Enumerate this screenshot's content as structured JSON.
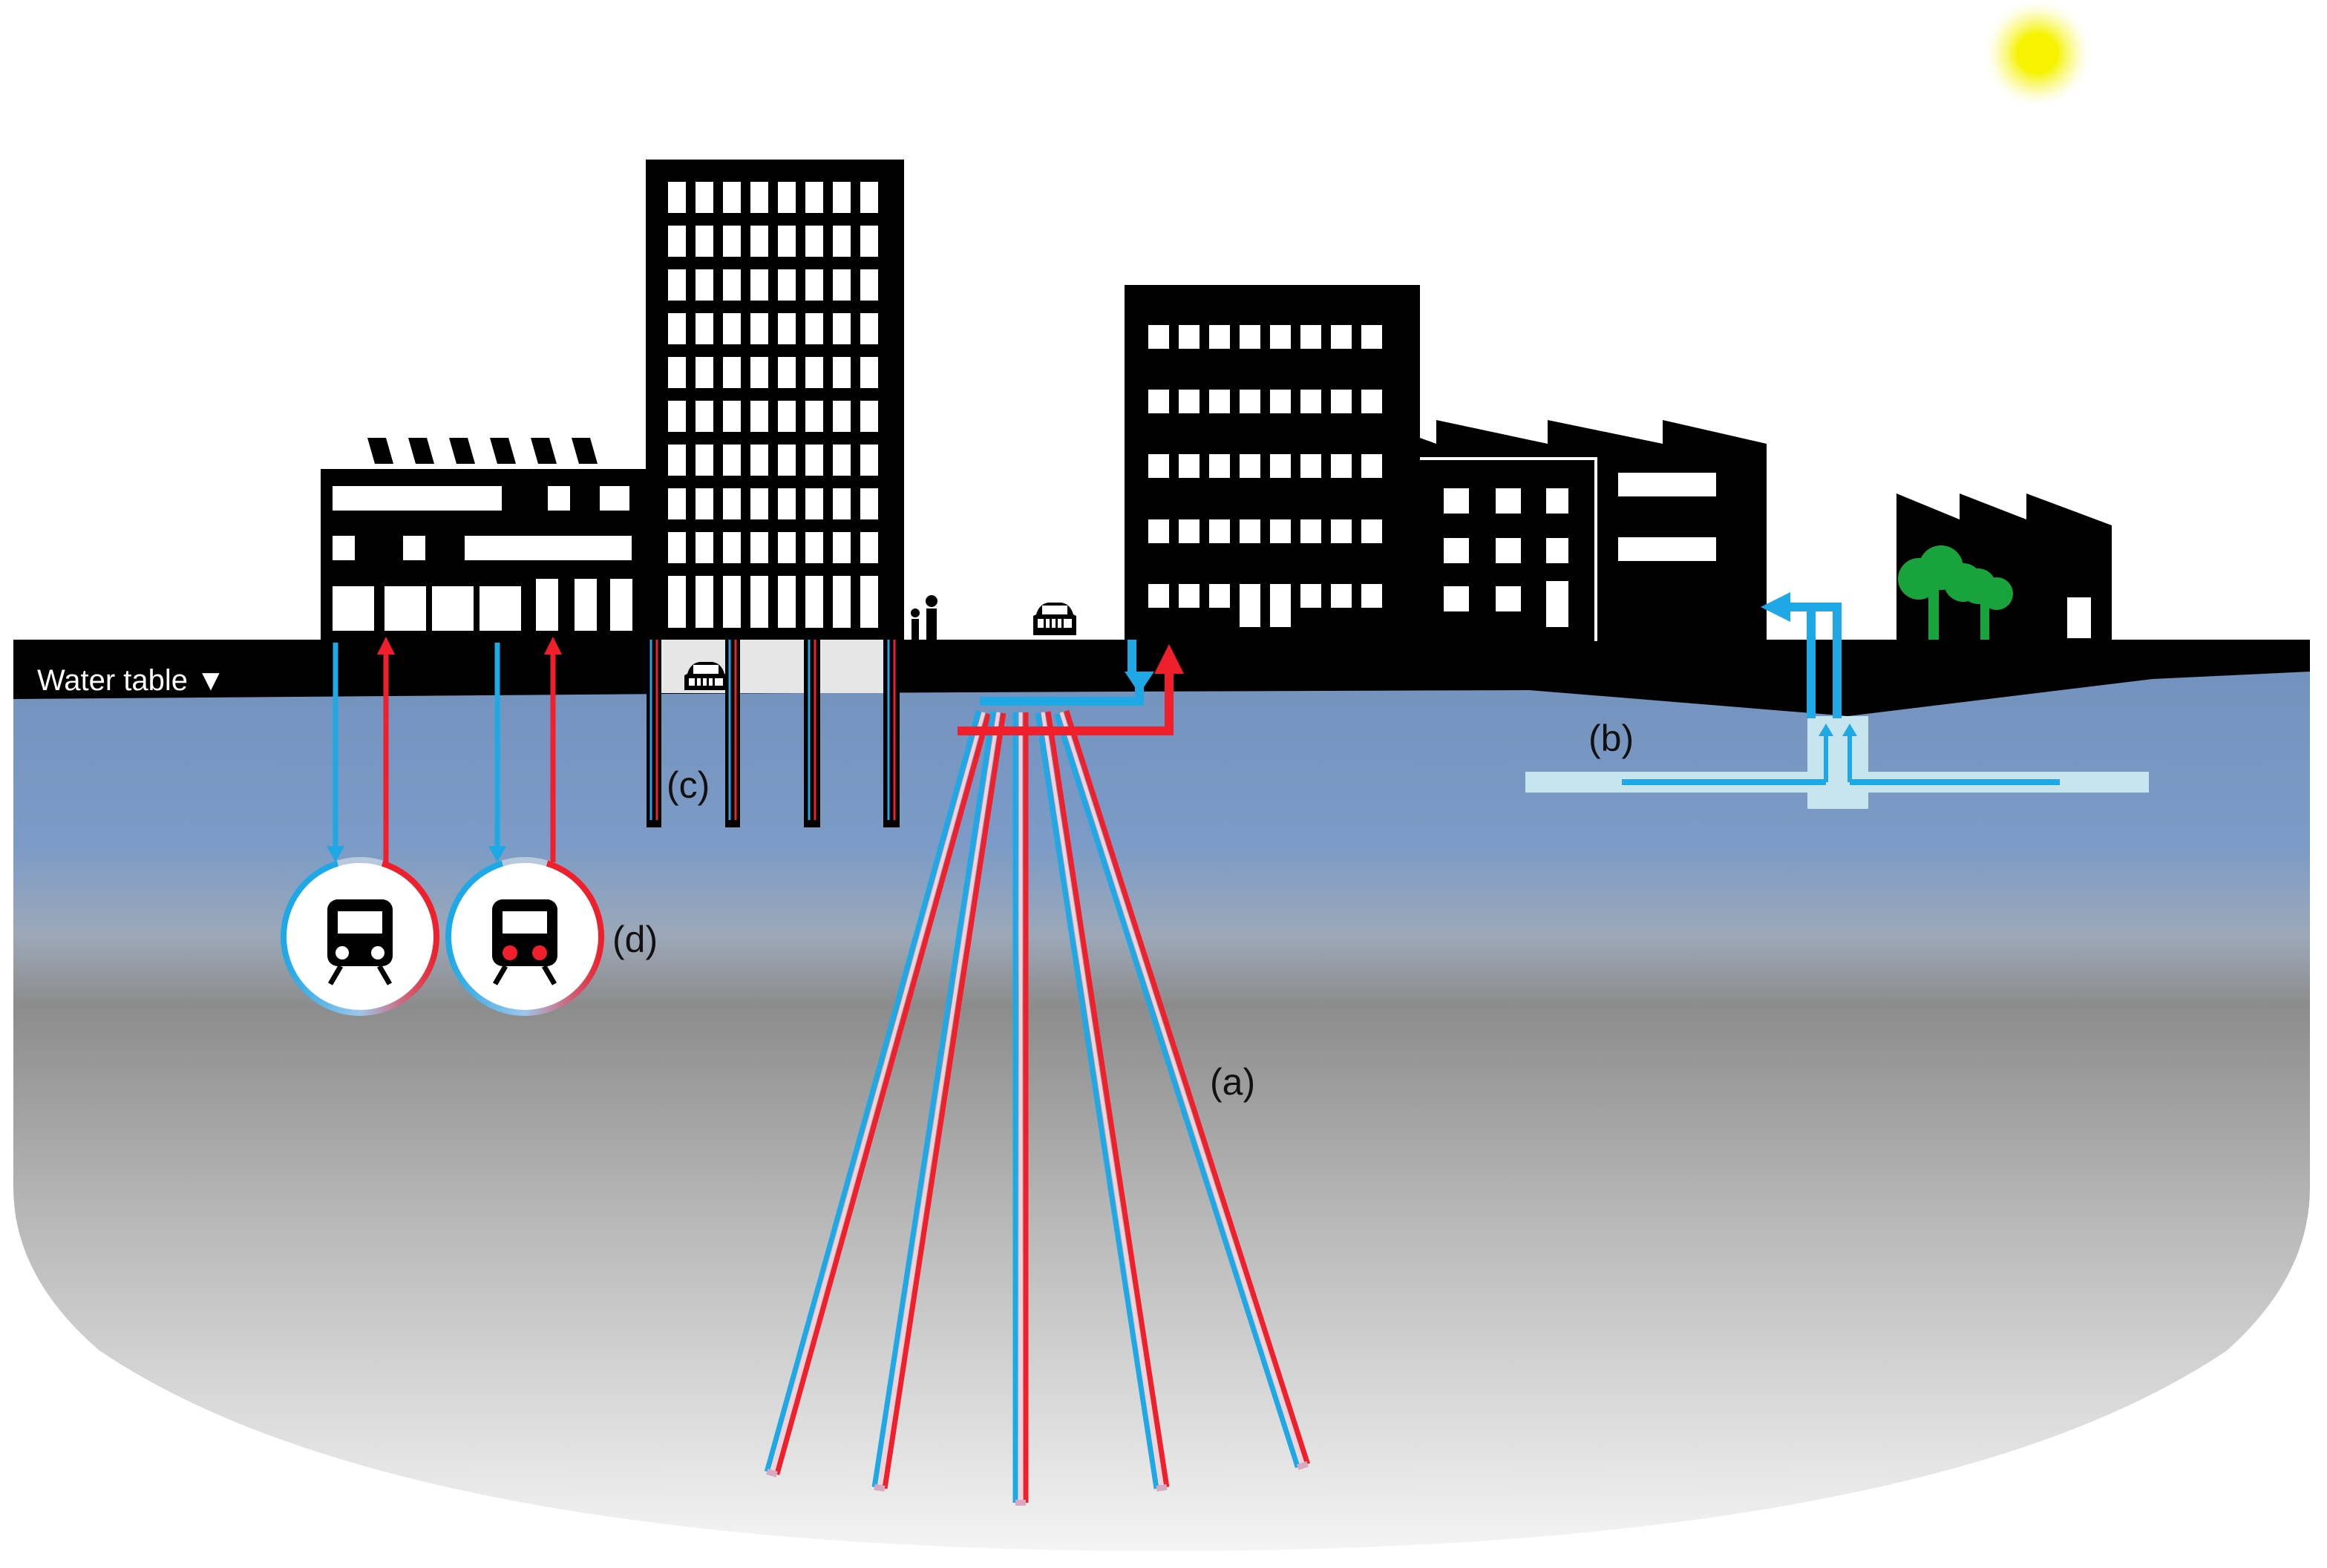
{
  "water_table": {
    "label": "Water table",
    "marker": "▼"
  },
  "annotations": {
    "a": "(a)",
    "b": "(b)",
    "c": "(c)",
    "d": "(d)"
  },
  "colors": {
    "sky": "#ffffff",
    "ground": "#000000",
    "aquifer": "#7a9ac4",
    "deep_gray": "#8c8c8c",
    "cold": "#1ea8e6",
    "hot": "#ef1f2c",
    "sun": "#f6f200",
    "tree": "#19a33c"
  },
  "icons": [
    "sun-icon",
    "tree-icon",
    "car-icon",
    "person-icon",
    "train-icon"
  ]
}
